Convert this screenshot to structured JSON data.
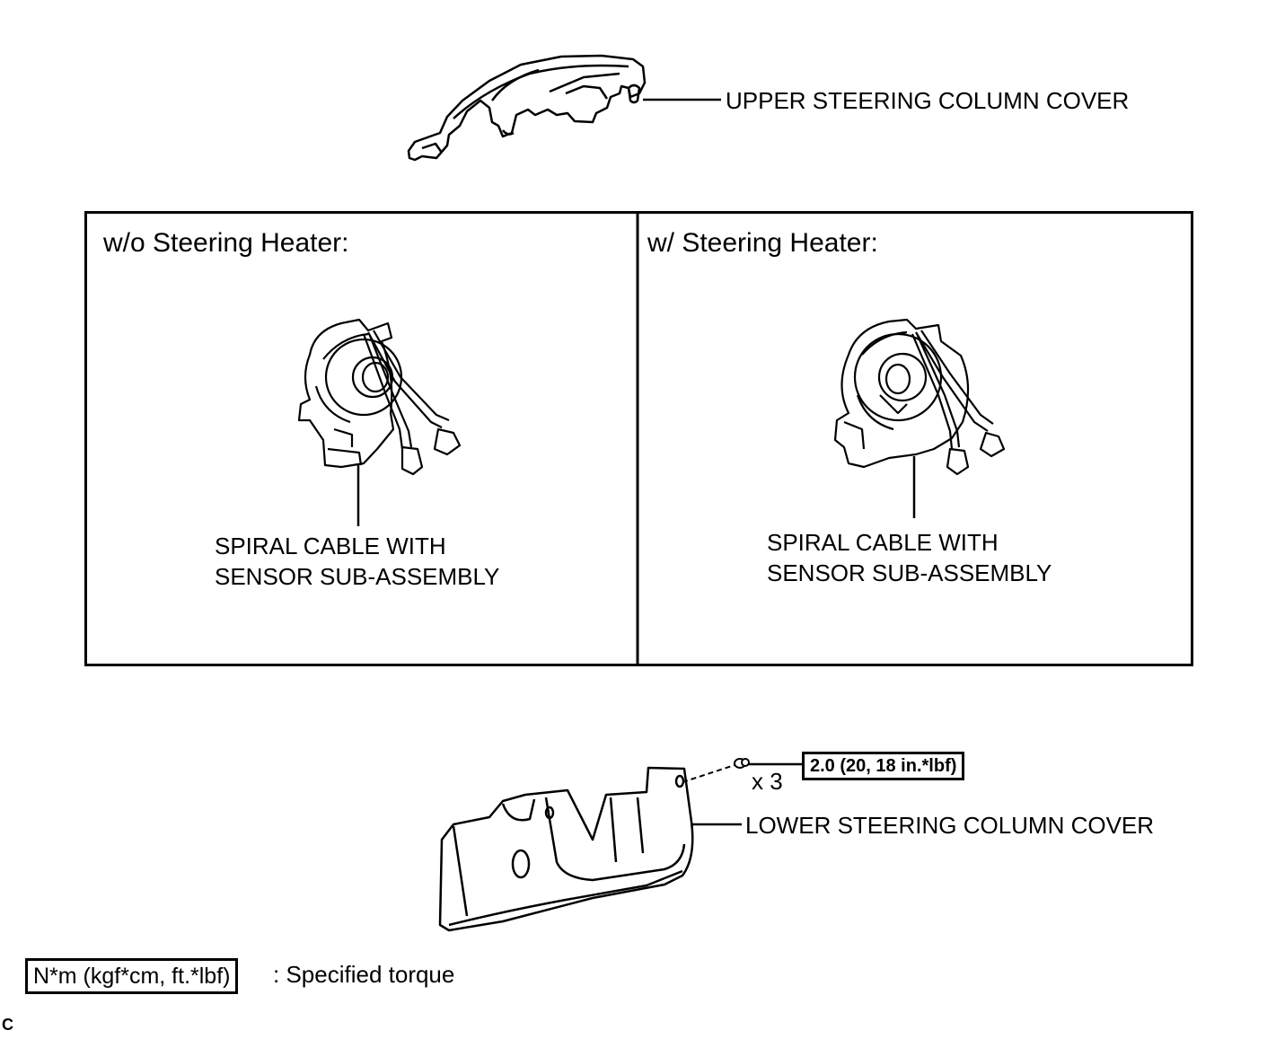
{
  "labels": {
    "upper_cover": "UPPER STEERING COLUMN COVER",
    "lower_cover": "LOWER STEERING COLUMN COVER",
    "left_panel_title": "w/o Steering Heater:",
    "right_panel_title": "w/ Steering Heater:",
    "spiral_left_line1": "SPIRAL CABLE WITH",
    "spiral_left_line2": "SENSOR SUB-ASSEMBLY",
    "spiral_right_line1": "SPIRAL CABLE WITH",
    "spiral_right_line2": "SENSOR SUB-ASSEMBLY",
    "screw_qty": "x 3",
    "torque_value": "2.0 (20, 18 in.*lbf)"
  },
  "legend": {
    "unit_box": "N*m (kgf*cm, ft.*lbf)",
    "description": ": Specified torque"
  },
  "corner_mark": "C",
  "icons": [
    "upper-steering-column-cover-icon",
    "spiral-cable-icon",
    "spiral-cable-heater-icon",
    "lower-steering-column-cover-icon",
    "screw-icon"
  ]
}
